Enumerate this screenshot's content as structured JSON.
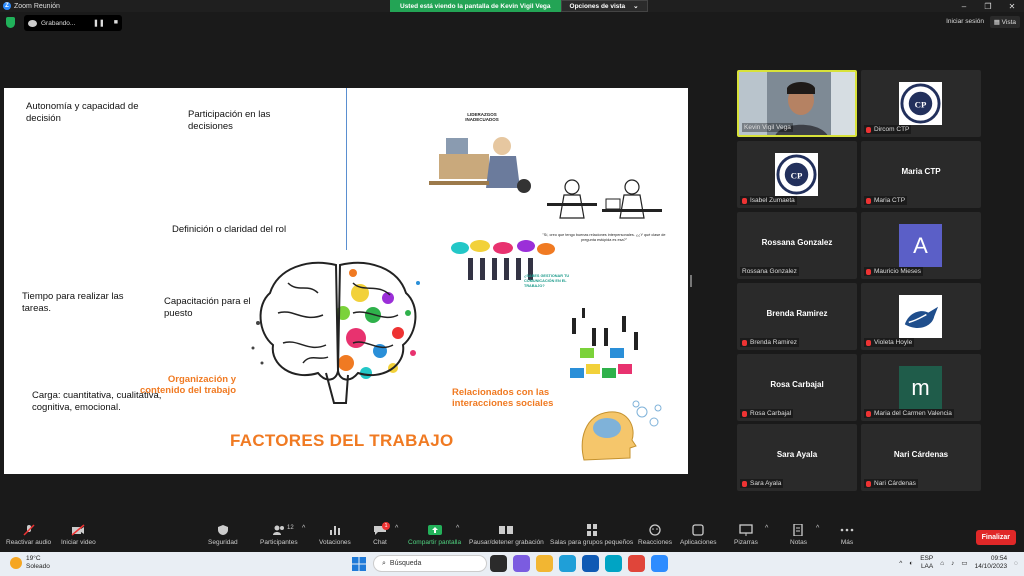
{
  "window": {
    "title": "Zoom Reunión"
  },
  "share_banner": {
    "message": "Usted está viendo la pantalla de Kevin Vigil Vega",
    "options": "Opciones de vista"
  },
  "recording": {
    "label": "Grabando...",
    "pause_icon": "pause-icon",
    "stop_icon": "stop-icon"
  },
  "top_right": {
    "signin": "Iniciar sesión",
    "view": "Vista"
  },
  "slide": {
    "items": {
      "autonomia": "Autonomía y capacidad de decisión",
      "participacion": "Participación en las decisiones",
      "definicion": "Definición o claridad del rol",
      "tiempo": "Tiempo para realizar las tareas.",
      "capacitacion": "Capacitación para el puesto",
      "carga": "Carga: cuantitativa, cualitativa, cognitiva, emocional.",
      "organizacion": "Organización y contenido del trabajo",
      "relacionados": "Relacionados con las interacciones sociales",
      "title": "FACTORES DEL TRABAJO"
    },
    "illustrations": {
      "liderazgos": "LIDERAZGOS INADECUADOS",
      "comic_caption": "\"Sí, creo que tengo buenas relaciones interpersonales. ¿¿Y qué clase de pregunta estúpida es esa?\"",
      "comunicacion": "¿SABES GESTIONAR TU COMUNICACIÓN EN EL TRABAJO?"
    }
  },
  "participants": [
    {
      "name": "Kevin Vigil Vega",
      "type": "video",
      "muted": false,
      "active": true
    },
    {
      "name": "Dircom CTP",
      "type": "logo",
      "muted": true
    },
    {
      "name": "Isabel Zumaeta",
      "type": "logo",
      "muted": true
    },
    {
      "name": "Maria CTP",
      "display": "Maria CTP",
      "type": "name",
      "muted": true
    },
    {
      "name": "Rossana Gonzalez",
      "display": "Rossana Gonzalez",
      "type": "name",
      "muted": false
    },
    {
      "name": "Mauricio Mieses",
      "type": "avatar",
      "letter": "A",
      "color": "#5b5fc7",
      "muted": true
    },
    {
      "name": "Brenda Ramirez",
      "display": "Brenda Ramirez",
      "type": "name",
      "muted": true
    },
    {
      "name": "Violeta Hoyle",
      "type": "bird",
      "muted": true
    },
    {
      "name": "Rosa Carbajal",
      "display": "Rosa Carbajal",
      "type": "name",
      "muted": true
    },
    {
      "name": "Maria del Carmen Valencia",
      "type": "avatar",
      "letter": "m",
      "color": "#1f5c4a",
      "muted": true
    },
    {
      "name": "Sara Ayala",
      "display": "Sara Ayala",
      "type": "name",
      "muted": true
    },
    {
      "name": "Nari Cárdenas",
      "display": "Nari Cárdenas",
      "type": "name",
      "muted": true
    }
  ],
  "toolbar": {
    "reactivar_audio": "Reactivar audio",
    "iniciar_video": "Iniciar video",
    "seguridad": "Seguridad",
    "participantes": "Participantes",
    "participantes_count": "12",
    "votaciones": "Votaciones",
    "chat": "Chat",
    "chat_badge": "1",
    "compartir": "Compartir pantalla",
    "grabacion": "Pausar/detener grabación",
    "salas": "Salas para grupos pequeños",
    "reacciones": "Reacciones",
    "aplicaciones": "Aplicaciones",
    "pizarras": "Pizarras",
    "notas": "Notas",
    "mas": "Más",
    "finalizar": "Finalizar"
  },
  "taskbar": {
    "temp": "19°C",
    "weather": "Soleado",
    "search": "Búsqueda",
    "lang1": "ESP",
    "lang2": "LAA",
    "time": "09:54",
    "date": "14/10/2023"
  }
}
